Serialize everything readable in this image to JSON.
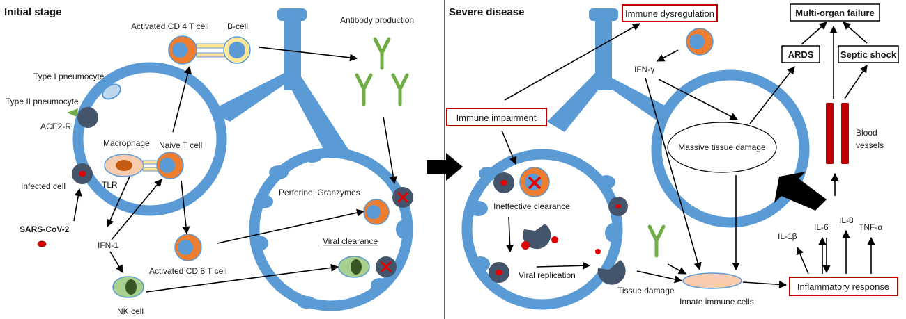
{
  "panels": {
    "initial": {
      "title": "Initial stage",
      "labels": {
        "activated_cd4": "Activated CD 4 T cell",
        "bcell": "B-cell",
        "antibody": "Antibody production",
        "type1": "Type I pneumocyte",
        "type2": "Type II pneumocyte",
        "ace2": "ACE2-R",
        "macrophage": "Macrophage",
        "naive_t": "Naive T cell",
        "infected": "Infected cell",
        "tlr": "TLR",
        "sars": "SARS-CoV-2",
        "ifn1": "IFN-1",
        "activated_cd8": "Activated CD 8 T cell",
        "nk": "NK cell",
        "perforine": "Perforine; Granzymes",
        "viral_clearance": "Viral clearance"
      }
    },
    "severe": {
      "title": "Severe disease",
      "labels": {
        "immune_dysregulation": "Immune dysregulation",
        "multi_organ": "Multi-organ failure",
        "ards": "ARDS",
        "septic": "Septic shock",
        "ifn_gamma": "IFN-γ",
        "immune_impairment": "Immune impairment",
        "massive_damage": "Massive tissue damage",
        "blood_vessels_1": "Blood",
        "blood_vessels_2": "vessels",
        "ineffective": "Ineffective clearance",
        "viral_replication": "Viral replication",
        "tissue_damage": "Tissue damage",
        "innate_cells": "Innate immune cells",
        "inflammatory": "Inflammatory response",
        "il1b": "IL-1β",
        "il6": "IL-6",
        "il8": "IL-8",
        "tnfa": "TNF-α"
      }
    }
  },
  "colors": {
    "airway": "#5b9bd5",
    "orange_cell": "#ed7d31",
    "cell_core": "#5b9bd5",
    "infected_cell": "#44546a",
    "virus": "#e00000",
    "antibody": "#70ad47",
    "nk_cell": "#a9d18e",
    "nk_nucleus": "#375623",
    "macrophage": "#f8cbad",
    "macrophage_nucleus": "#c55a11",
    "bridge": "#ffe699",
    "highlight_box": "#c00000",
    "vessel": "#c00000",
    "arrow": "#000000"
  }
}
